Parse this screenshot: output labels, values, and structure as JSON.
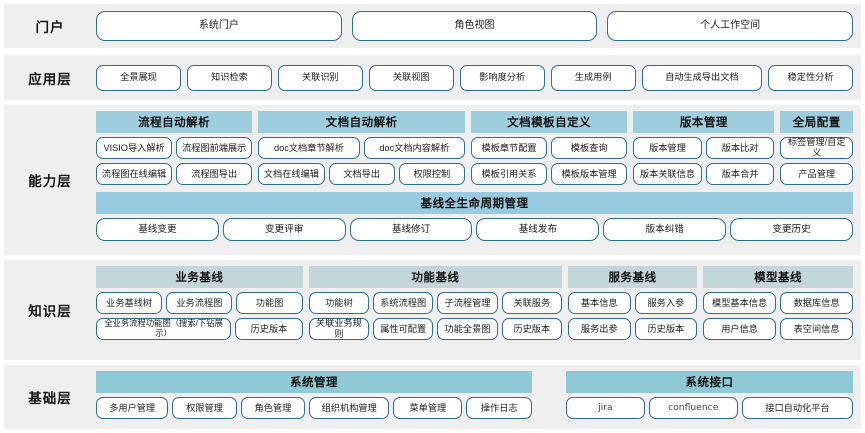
{
  "layers": [
    {
      "id": "portal",
      "label": "门户",
      "items": [
        "系统门户",
        "角色视图",
        "个人工作空间"
      ]
    },
    {
      "id": "application",
      "label": "应用层",
      "items": [
        "全景展现",
        "知识检索",
        "关联识别",
        "关联视图",
        "影响度分析",
        "生成用例",
        "自动生成导出文档",
        "稳定性分析"
      ]
    },
    {
      "id": "capability",
      "label": "能力层",
      "groups": [
        {
          "title": "流程自动解析",
          "flex": 1.55,
          "rows": [
            [
              "VISIO导入解析",
              "流程图前端展示"
            ],
            [
              "流程图在线编辑",
              "流程图导出"
            ]
          ]
        },
        {
          "title": "文档自动解析",
          "flex": 2.05,
          "rows": [
            [
              "doc文档章节解析",
              "doc文档内容解析"
            ],
            [
              "文档在线编辑",
              "文档导出",
              "权限控制"
            ]
          ]
        },
        {
          "title": "文档模板自定义",
          "flex": 1.55,
          "rows": [
            [
              "模板章节配置",
              "模板查询"
            ],
            [
              "模板引用关系",
              "模板版本管理"
            ]
          ]
        },
        {
          "title": "版本管理",
          "flex": 1.4,
          "rows": [
            [
              "版本管理",
              "版本比对"
            ],
            [
              "版本关联信息",
              "版本合并"
            ]
          ]
        },
        {
          "title": "全局配置",
          "flex": 0.72,
          "rows": [
            [
              "标签管理/自定义"
            ],
            [
              "产品管理"
            ]
          ]
        }
      ],
      "lifecycle": {
        "title": "基线全生命周期管理",
        "items": [
          "基线变更",
          "变更评审",
          "基线修订",
          "基线发布",
          "版本纠错",
          "变更历史"
        ]
      }
    },
    {
      "id": "knowledge",
      "label": "知识层",
      "groups": [
        {
          "title": "业务基线",
          "flex": 2.0,
          "rows": [
            [
              "业务基线树",
              "业务流程图",
              "功能图"
            ],
            [
              "全业务流程功能图（搜索/下钻展示）",
              "历史版本"
            ]
          ],
          "weights": [
            [
              1,
              1,
              1
            ],
            [
              2.1,
              1
            ]
          ]
        },
        {
          "title": "功能基线",
          "flex": 2.45,
          "rows": [
            [
              "功能树",
              "系统流程图",
              "子流程管理",
              "关联服务"
            ],
            [
              "关联业务规则",
              "属性可配置",
              "功能全景图",
              "历史版本"
            ]
          ],
          "weights": [
            [
              1,
              1,
              1,
              1
            ],
            [
              1,
              1,
              1,
              1
            ]
          ]
        },
        {
          "title": "服务基线",
          "flex": 1.25,
          "rows": [
            [
              "基本信息",
              "服务入参"
            ],
            [
              "服务出参",
              "历史版本"
            ]
          ],
          "weights": [
            [
              1,
              1
            ],
            [
              1,
              1
            ]
          ]
        },
        {
          "title": "模型基线",
          "flex": 1.45,
          "rows": [
            [
              "模型基本信息",
              "数据库信息"
            ],
            [
              "用户信息",
              "表空间信息"
            ]
          ],
          "weights": [
            [
              1,
              1
            ],
            [
              1,
              1
            ]
          ]
        }
      ]
    },
    {
      "id": "base",
      "label": "基础层",
      "groups": [
        {
          "title": "系统管理",
          "flex": 1.52,
          "rows": [
            [
              "多用户管理",
              "权限管理",
              "角色管理",
              "组织机构管理",
              "菜单管理",
              "操作日志"
            ]
          ],
          "weights": [
            [
              1,
              0.88,
              0.88,
              1.12,
              0.95,
              0.9
            ]
          ]
        },
        {
          "title": "系统接口",
          "flex": 1.0,
          "rows": [
            [
              "jira",
              "confluence",
              "接口自动化平台"
            ]
          ],
          "weights": [
            [
              1,
              1.15,
              1.45
            ]
          ]
        }
      ]
    }
  ],
  "colors": {
    "band_background": "#efeff0",
    "capability_header": "#9ecedd",
    "lifecycle_header": "#98cbdf",
    "knowledge_header": "#c5d6d9",
    "base_header": "#8fc9d6",
    "pill_border": "#2e6e8e",
    "pill_fill": "#ffffff"
  }
}
